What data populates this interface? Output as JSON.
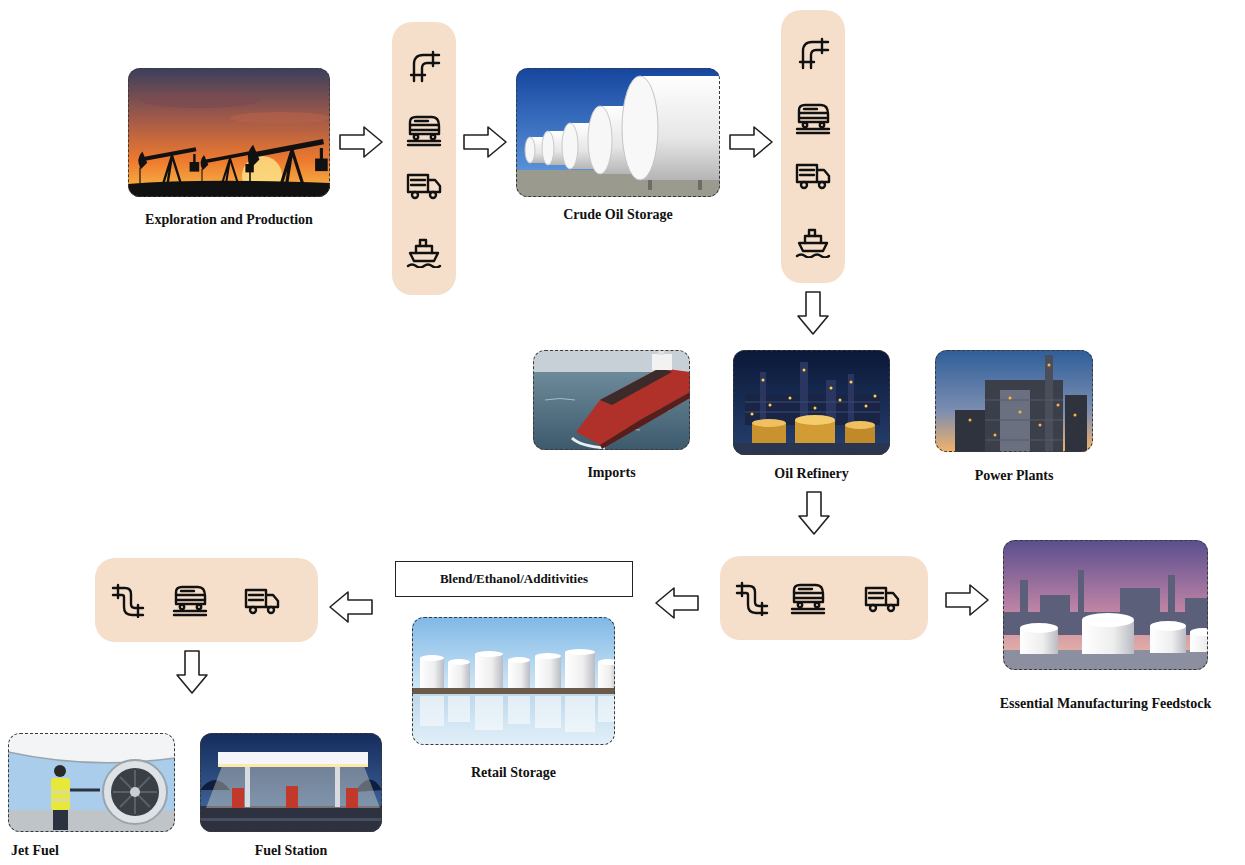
{
  "diagram": {
    "nodes": [
      {
        "text": [
          "Exploration and Production"
        ]
      },
      {
        "text": [
          "Crude Oil Storage"
        ]
      },
      {
        "text": [
          "Imports"
        ]
      },
      {
        "text": [
          "Oil Refinery"
        ]
      },
      {
        "text": [
          "Power Plants"
        ]
      },
      {
        "text": [
          "Blend/Ethanol/Additivities"
        ]
      },
      {
        "text": [
          "Essential Manufacturing Feedstock"
        ]
      },
      {
        "text": [
          "Retail Storage"
        ]
      },
      {
        "text": [
          "Jet Fuel"
        ]
      },
      {
        "text": [
          "Fuel Station"
        ]
      }
    ]
  }
}
